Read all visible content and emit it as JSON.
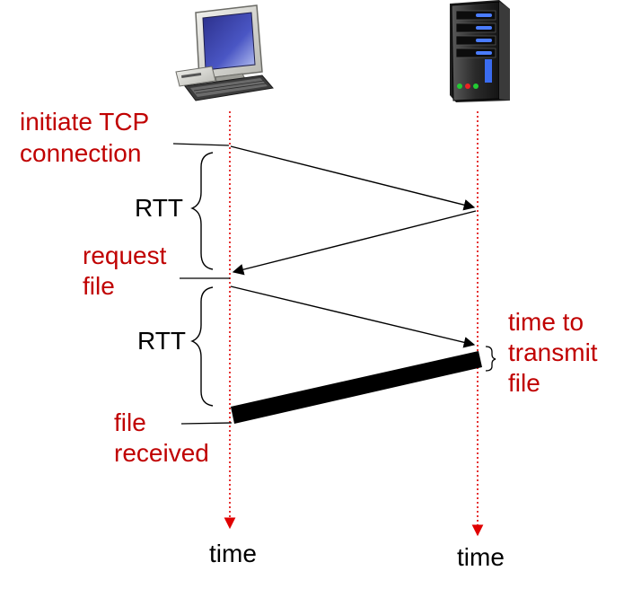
{
  "labels": {
    "initiate_line1": "initiate TCP",
    "initiate_line2": "connection",
    "rtt_first": "RTT",
    "request_line1": "request",
    "request_line2": "file",
    "rtt_second": "RTT",
    "transmit_line1": "time to",
    "transmit_line2": "transmit",
    "transmit_line3": "file",
    "received_line1": "file",
    "received_line2": "received",
    "client_time": "time",
    "server_time": "time"
  },
  "icons": {
    "client": "desktop-computer-icon",
    "server": "server-tower-icon"
  },
  "colors": {
    "annotation": "#c00000",
    "timeline": "#e00000",
    "arrow": "#000000",
    "rtt_text": "#000000"
  }
}
